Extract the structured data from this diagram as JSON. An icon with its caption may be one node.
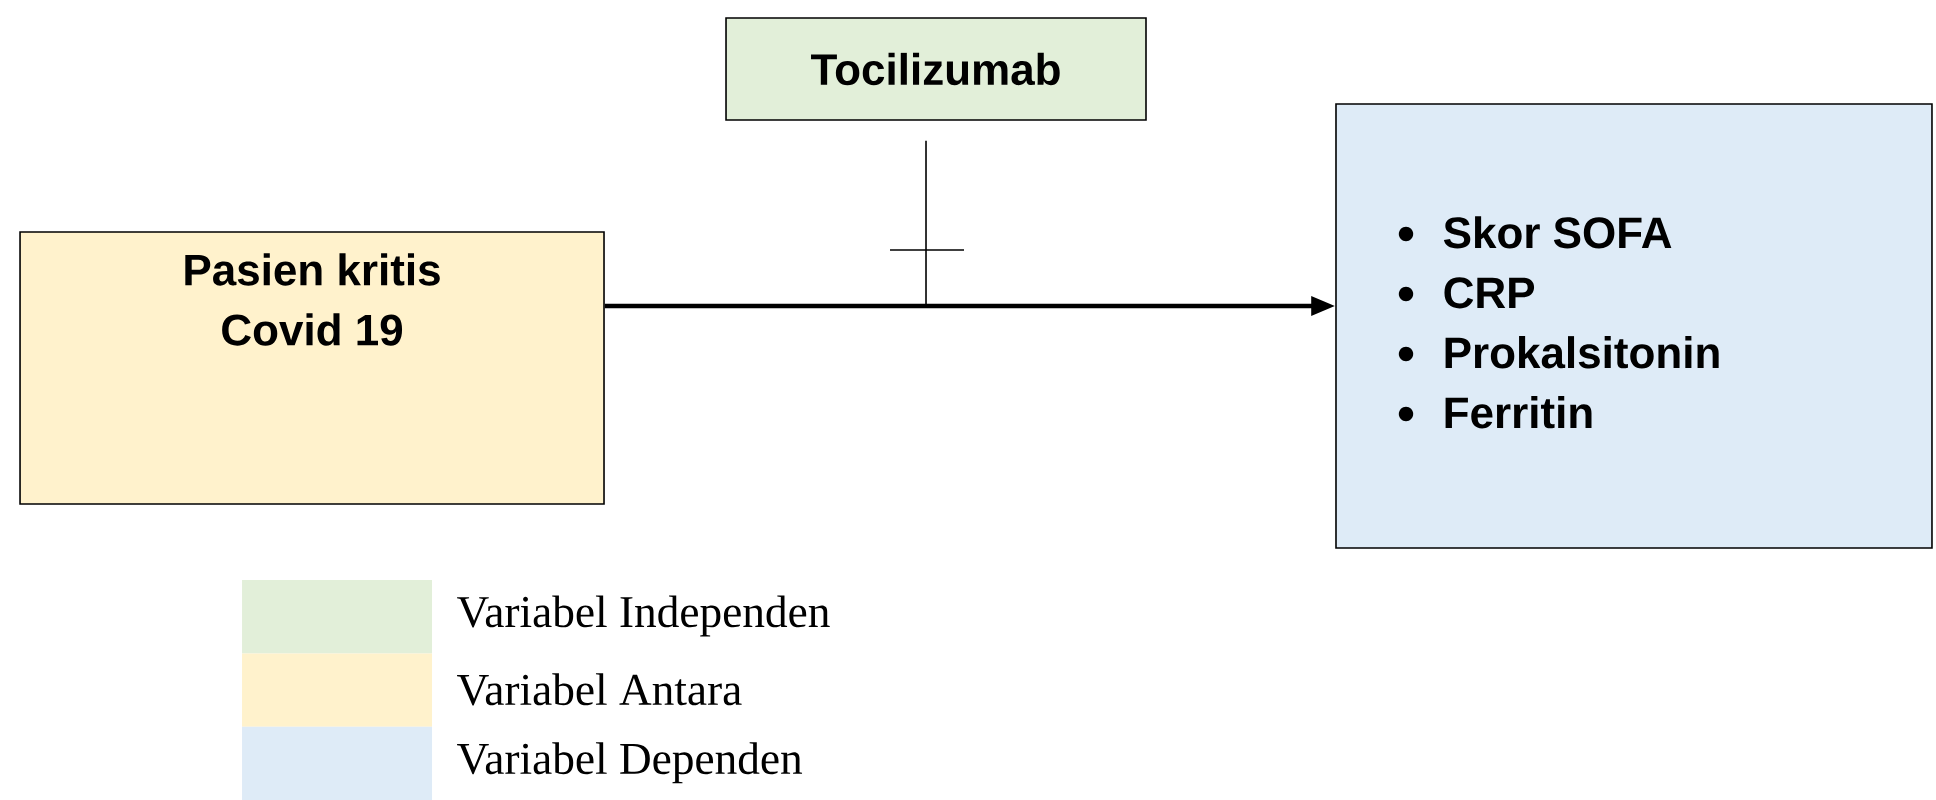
{
  "diagram": {
    "nodes": [
      {
        "text": [
          "Tocilizumab"
        ]
      },
      {
        "text": [
          "Pasien kritis Covid 19"
        ]
      },
      {
        "text": [
          "Skor SOFA",
          "CRP",
          "Prokalsitonin",
          "Ferritin"
        ]
      }
    ],
    "edges": [
      {
        "from": 1,
        "to": 2,
        "arrow": "to"
      },
      {
        "from": 0,
        "to": null,
        "arrow": "none"
      }
    ],
    "legend": [
      {
        "text": "Variabel Independen",
        "color": "#e2efd9"
      },
      {
        "text": "Variabel Antara",
        "color": "#fff2cc"
      },
      {
        "text": "Variabel Dependen",
        "color": "#deebf7"
      }
    ]
  }
}
